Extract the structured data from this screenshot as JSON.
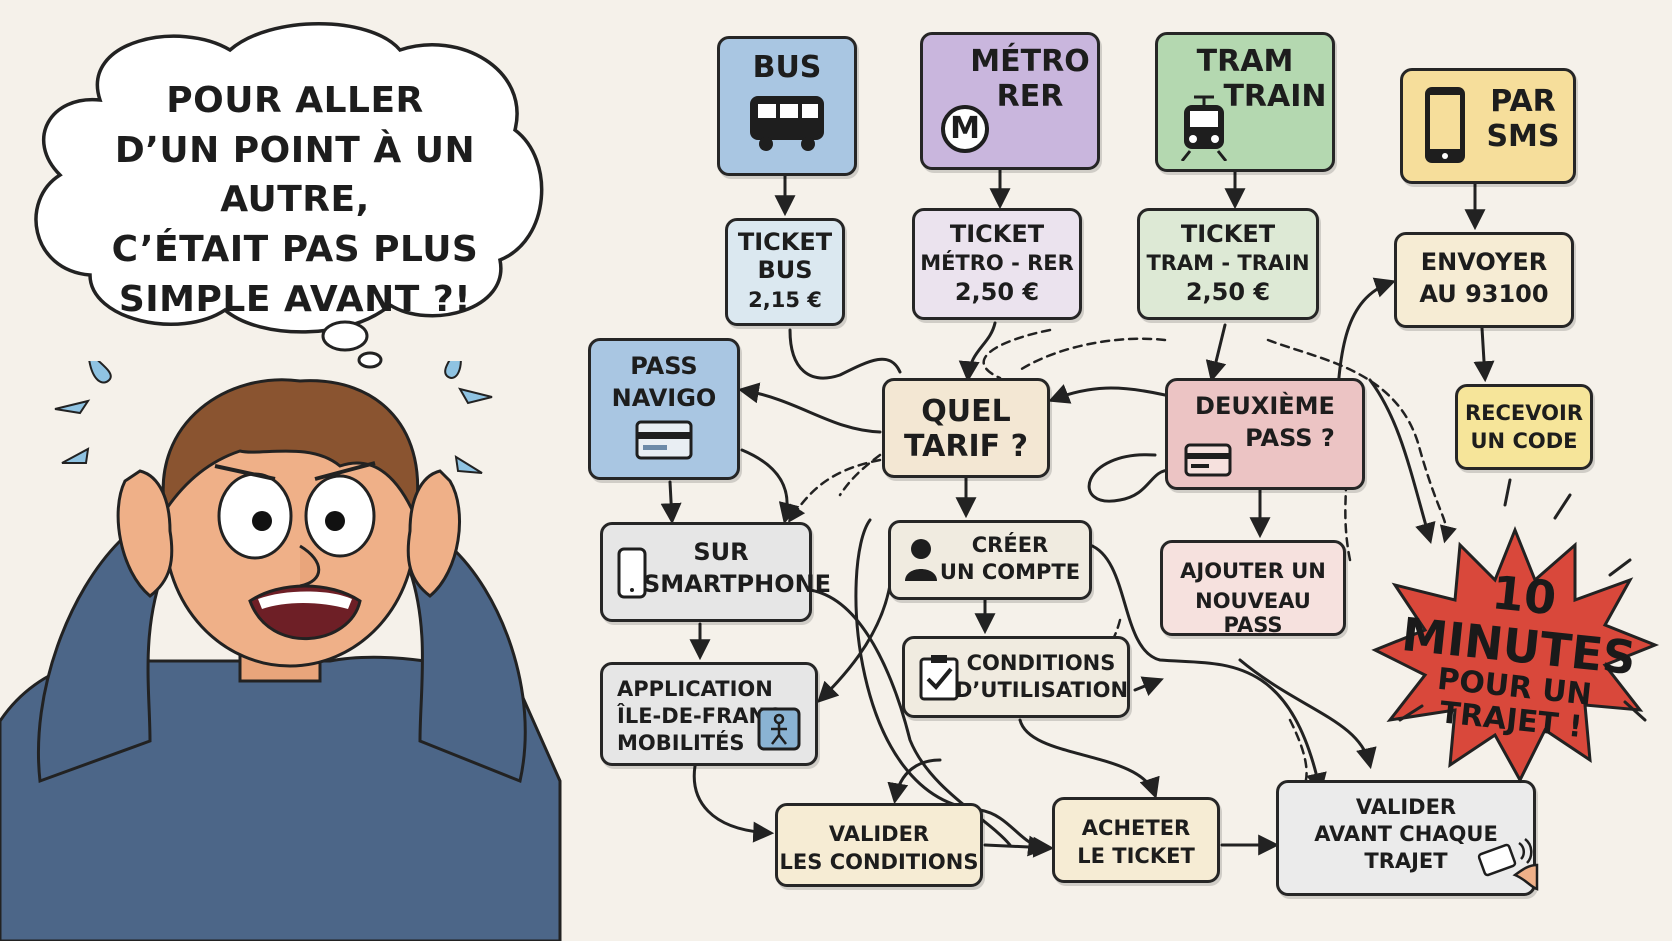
{
  "bubble": {
    "lines": [
      "POUR ALLER",
      "D’UN POINT À UN AUTRE,",
      "C’ÉTAIT PAS PLUS",
      "SIMPLE AVANT ?!"
    ]
  },
  "modes": {
    "bus": {
      "l1": "BUS",
      "color": "#a9c6e2"
    },
    "metro": {
      "l1": "MÉTRO",
      "l2": "RER",
      "icon_letter": "M",
      "color": "#c9b6dd"
    },
    "tram": {
      "l1": "TRAM",
      "l2": "TRAIN",
      "color": "#b4d8b0"
    },
    "sms": {
      "l1": "PAR",
      "l2": "SMS",
      "color": "#f6de9b"
    }
  },
  "tickets": {
    "bus": {
      "l1": "TICKET",
      "l2": "BUS",
      "l3": "2,15 €",
      "color": "#dbe8f0"
    },
    "metro": {
      "l1": "TICKET",
      "l2": "MÉTRO - RER",
      "l3": "2,50 €",
      "color": "#ebe3ee"
    },
    "tram": {
      "l1": "TICKET",
      "l2": "TRAM - TRAIN",
      "l3": "2,50 €",
      "color": "#dde9d5"
    }
  },
  "steps": {
    "envoyer": {
      "l1": "ENVOYER",
      "l2": "AU 93100",
      "color": "#f6ecd4"
    },
    "recevoir": {
      "l1": "RECEVOIR",
      "l2": "UN CODE",
      "color": "#f6e59a"
    },
    "pass_navigo": {
      "l1": "PASS",
      "l2": "NAVIGO",
      "color": "#a9c6e2"
    },
    "quel_tarif": {
      "l1": "QUEL",
      "l2": "TARIF ?",
      "color": "#f3e7d3"
    },
    "deuxieme_pass": {
      "l1": "DEUXIÈME",
      "l2": "PASS ?",
      "color": "#ecc4c4"
    },
    "smartphone": {
      "l1": "SUR",
      "l2": "SMARTPHONE",
      "color": "#e6e6e6"
    },
    "creer_compte": {
      "l1": "CRÉER",
      "l2": "UN COMPTE",
      "color": "#f0ebe0"
    },
    "ajouter_pass": {
      "l1": "AJOUTER UN",
      "l2": "NOUVEAU PASS",
      "color": "#f6e1de"
    },
    "conditions": {
      "l1": "CONDITIONS",
      "l2": "D’UTILISATION",
      "color": "#f0ebe0"
    },
    "application": {
      "l1": "APPLICATION",
      "l2": "ÎLE-DE-FRANCE",
      "l3": "MOBILITÉS",
      "color": "#e6e6e6"
    },
    "valider_conditions": {
      "l1": "VALIDER",
      "l2": "LES CONDITIONS",
      "color": "#f6ecd4"
    },
    "acheter": {
      "l1": "ACHETER",
      "l2": "LE TICKET",
      "color": "#f6ecd4"
    },
    "valider_trajet": {
      "l1": "VALIDER",
      "l2": "AVANT CHAQUE",
      "l3": "TRAJET",
      "color": "#ebebeb"
    }
  },
  "burst": {
    "l1": "10 MINUTES",
    "l2": "POUR UN",
    "l3": "TRAJET !",
    "color": "#d9483b"
  },
  "icons": [
    "bus-icon",
    "metro-icon",
    "tram-icon",
    "smartphone-icon",
    "card-icon",
    "user-icon",
    "checklist-icon",
    "app-icon",
    "contactless-icon"
  ]
}
